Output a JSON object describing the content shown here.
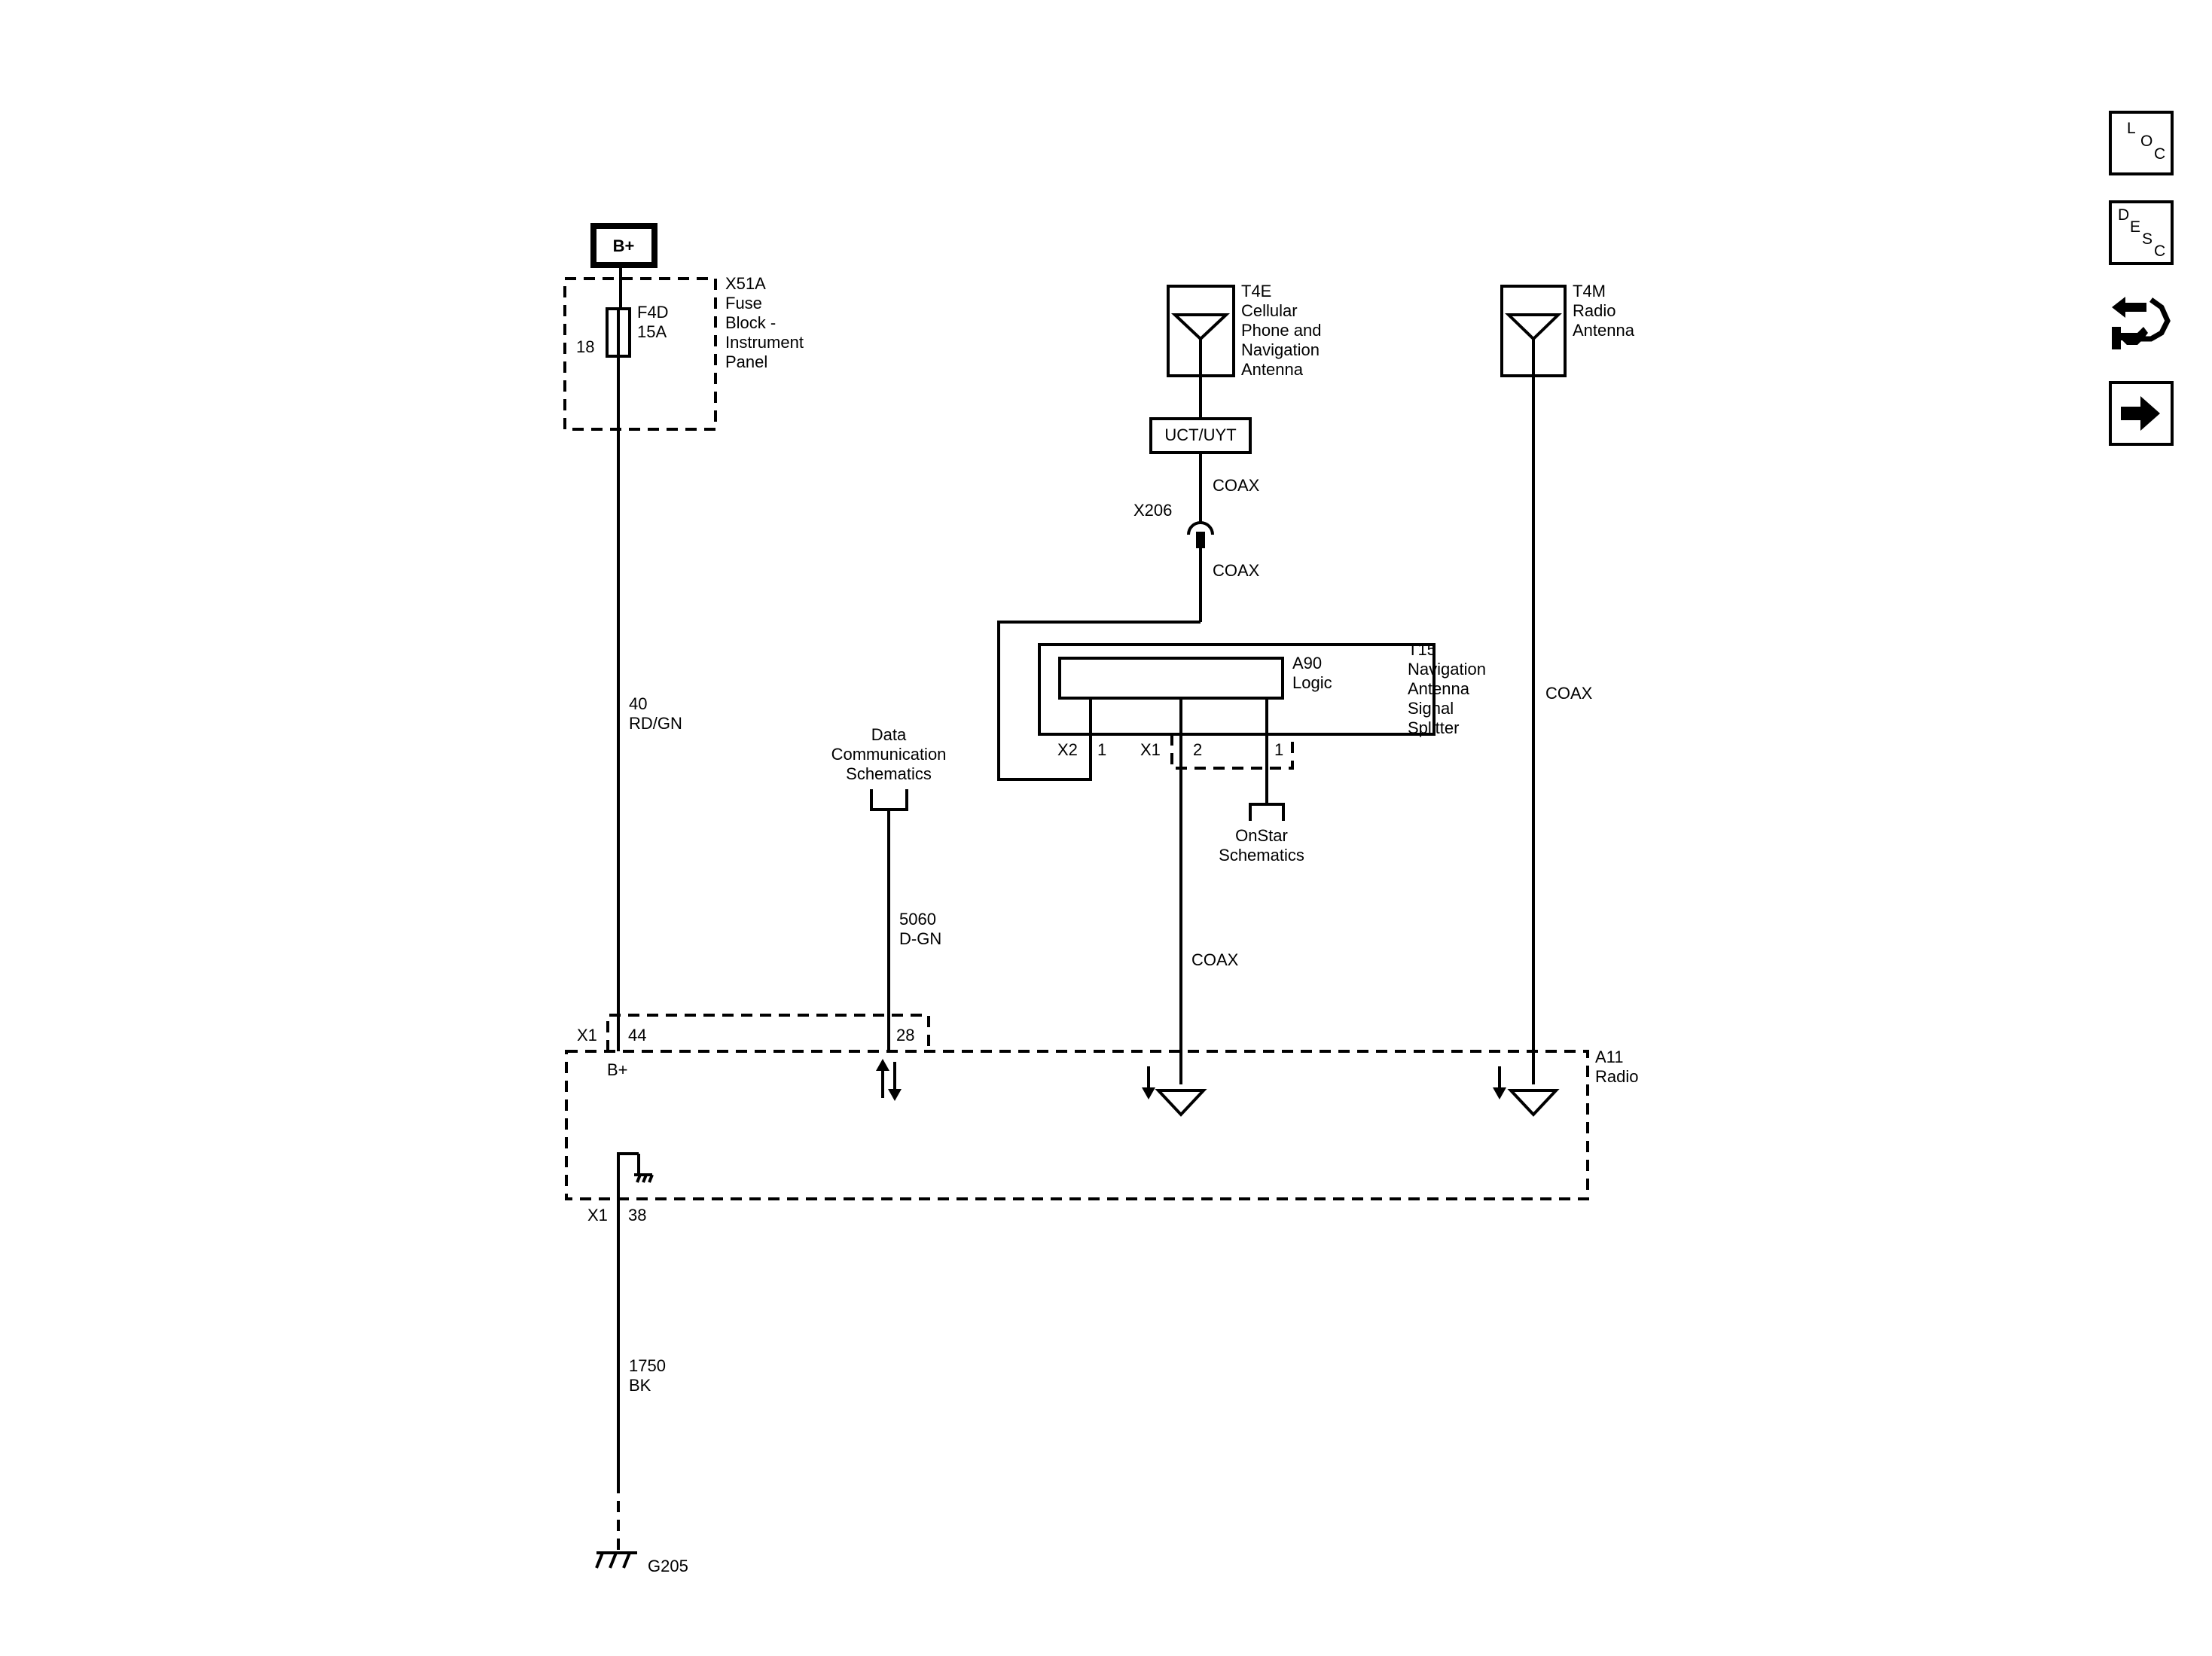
{
  "components": {
    "bplus_source": "B+",
    "fuse_block": {
      "id": "X51A",
      "lines": [
        "Fuse",
        "Block -",
        "Instrument",
        "Panel"
      ]
    },
    "fuse": {
      "id": "F4D",
      "rating": "15A",
      "pin": "18"
    },
    "cell_antenna": {
      "id": "T4E",
      "lines": [
        "Cellular",
        "Phone and",
        "Navigation",
        "Antenna"
      ]
    },
    "radio_antenna": {
      "id": "T4M",
      "lines": [
        "Radio",
        "Antenna"
      ]
    },
    "antenna_connector": "UCT/UYT",
    "inline_connector": "X206",
    "splitter": {
      "id": "T15",
      "lines": [
        "Navigation",
        "Antenna",
        "Signal",
        "Splitter"
      ]
    },
    "logic": {
      "id": "A90",
      "label": "Logic"
    },
    "splitter_pins": {
      "x2": "X2",
      "x2_pin": "1",
      "x1": "X1",
      "x1_pin2": "2",
      "x1_pin1": "1"
    },
    "radio": {
      "id": "A11",
      "label": "Radio"
    },
    "radio_pins": {
      "x1_top": "X1",
      "pin_44": "44",
      "pin_28": "28",
      "bplus_label": "B+",
      "x1_bottom": "X1",
      "pin_38": "38"
    },
    "ground": "G205"
  },
  "wires": {
    "power": {
      "circuit": "40",
      "color": "RD/GN"
    },
    "data": {
      "circuit": "5060",
      "color": "D-GN"
    },
    "ground": {
      "circuit": "1750",
      "color": "BK"
    },
    "coax_1": "COAX",
    "coax_2": "COAX",
    "coax_3": "COAX",
    "coax_4": "COAX"
  },
  "references": {
    "data_comm": [
      "Data",
      "Communication",
      "Schematics"
    ],
    "onstar": [
      "OnStar",
      "Schematics"
    ]
  },
  "side_buttons": {
    "loc": [
      "L",
      "O",
      "C"
    ],
    "desc": [
      "D",
      "E",
      "S",
      "C"
    ],
    "connector_icon": "connector-repair-icon",
    "next_icon": "arrow-right-icon"
  }
}
